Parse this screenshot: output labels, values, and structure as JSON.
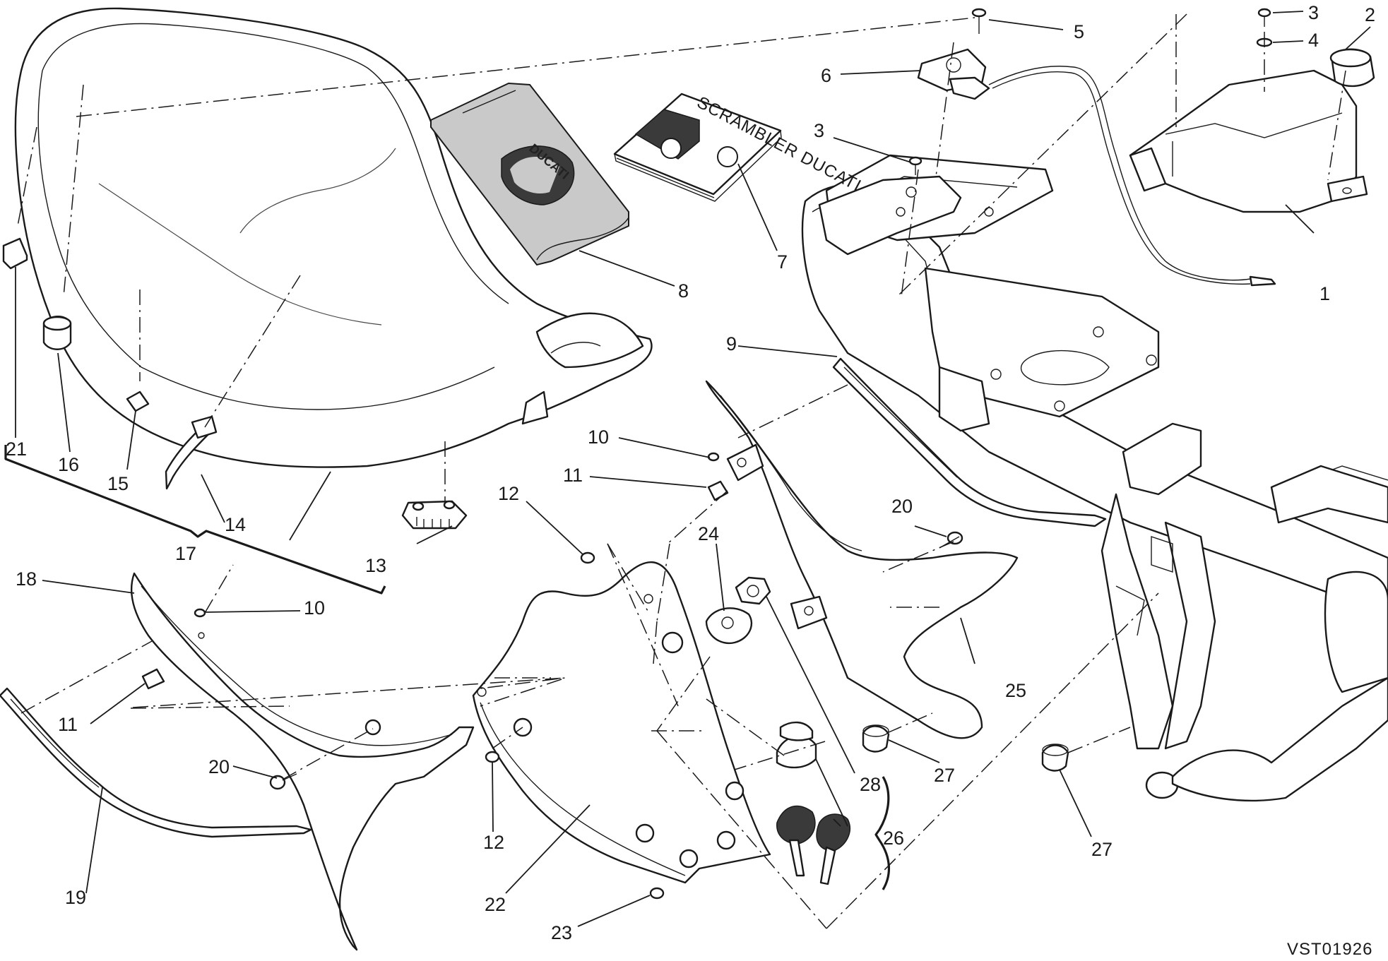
{
  "drawing_code": "VST01926",
  "brand_logo_text": "DUCATI",
  "booklet_cover_text": "SCRAMBLER DUCATI",
  "callouts": {
    "c1": "1",
    "c2": "2",
    "c3a": "3",
    "c3b": "3",
    "c4": "4",
    "c5": "5",
    "c6": "6",
    "c7": "7",
    "c8": "8",
    "c9": "9",
    "c10a": "10",
    "c10b": "10",
    "c11a": "11",
    "c11b": "11",
    "c12a": "12",
    "c12b": "12",
    "c13": "13",
    "c14": "14",
    "c15": "15",
    "c16": "16",
    "c17": "17",
    "c18": "18",
    "c19": "19",
    "c20a": "20",
    "c20b": "20",
    "c21": "21",
    "c22": "22",
    "c23": "23",
    "c24": "24",
    "c25": "25",
    "c26": "26",
    "c27a": "27",
    "c27b": "27",
    "c28": "28"
  }
}
